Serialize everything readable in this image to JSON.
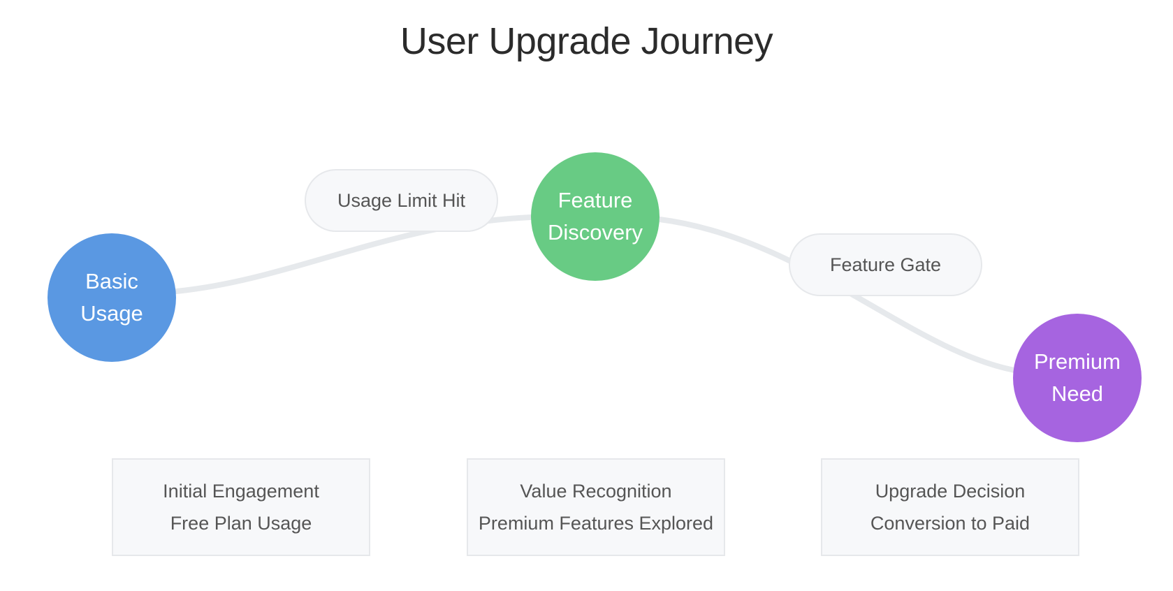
{
  "title": "User Upgrade Journey",
  "nodes": [
    {
      "id": "basic-usage",
      "line1": "Basic",
      "line2": "Usage",
      "color": "#5a98e2"
    },
    {
      "id": "feature-discovery",
      "line1": "Feature",
      "line2": "Discovery",
      "color": "#68cb84"
    },
    {
      "id": "premium-need",
      "line1": "Premium",
      "line2": "Need",
      "color": "#a664e0"
    }
  ],
  "transitions": [
    {
      "label": "Usage Limit Hit"
    },
    {
      "label": "Feature Gate"
    }
  ],
  "stages": [
    {
      "line1": "Initial Engagement",
      "line2": "Free Plan Usage"
    },
    {
      "line1": "Value Recognition",
      "line2": "Premium Features Explored"
    },
    {
      "line1": "Upgrade Decision",
      "line2": "Conversion to Paid"
    }
  ],
  "colors": {
    "connector": "#e6e9ec",
    "panel_background": "#f7f8fa",
    "panel_border": "#e6e8eb"
  }
}
